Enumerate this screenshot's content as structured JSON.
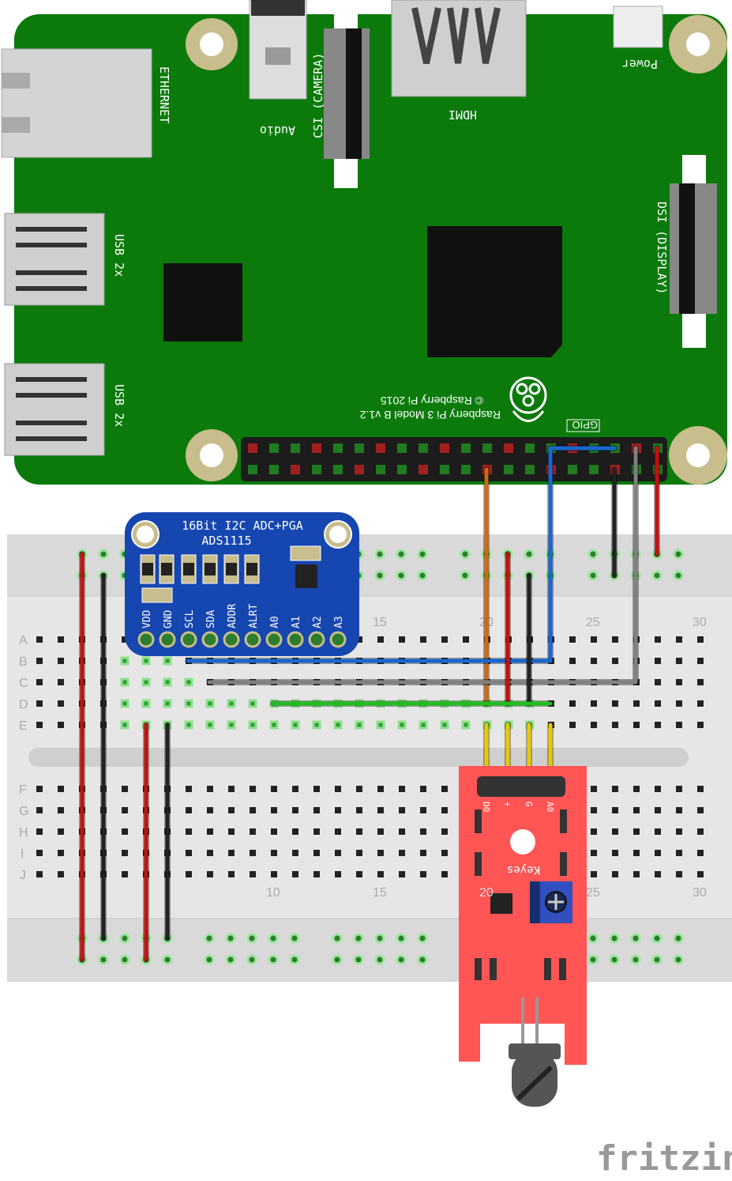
{
  "rpi": {
    "labels": {
      "ethernet": "ETHERNET",
      "audio": "Audio",
      "csi": "CSI (CAMERA)",
      "hdmi": "HDMI",
      "power": "Power",
      "usb1": "USB 2x",
      "usb2": "USB 2x",
      "dsi": "DSI (DISPLAY)",
      "gpio": "GPIO",
      "model": "Raspberry Pi 3 Model B v1.2",
      "copyright": "© Raspberry Pi 2015"
    },
    "color": "#0b7a0b"
  },
  "adc": {
    "title": "16Bit I2C ADC+PGA",
    "chip": "ADS1115",
    "pins": [
      "VDD",
      "GND",
      "SCL",
      "SDA",
      "ADDR",
      "ALRT",
      "A0",
      "A1",
      "A2",
      "A3"
    ],
    "color": "#1646b0"
  },
  "sensor": {
    "brand": "Keyes",
    "pins": [
      "D0",
      "+",
      "G",
      "A0"
    ],
    "color": "#ff5555"
  },
  "breadboard": {
    "rows_top": [
      "A",
      "B",
      "C",
      "D",
      "E"
    ],
    "rows_bottom": [
      "F",
      "G",
      "H",
      "I",
      "J"
    ],
    "col_labels_top": [
      "15",
      "20",
      "25",
      "30"
    ],
    "col_labels_bottom": [
      "10",
      "15",
      "20",
      "25",
      "30"
    ]
  },
  "watermark": "fritzing"
}
